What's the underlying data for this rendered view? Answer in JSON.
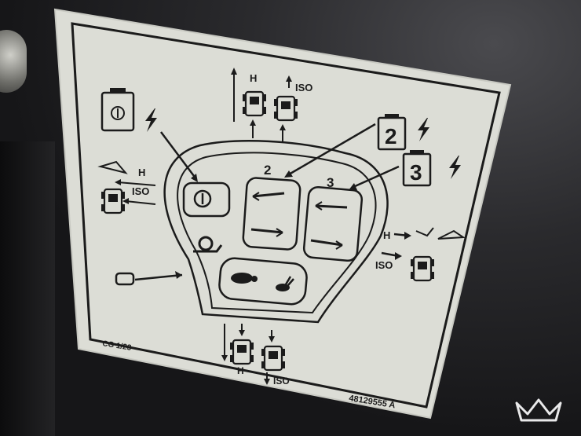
{
  "sticker": {
    "labels": {
      "h_top": "H",
      "iso_top": "ISO",
      "h_left": "H",
      "iso_left": "ISO",
      "h_right": "H",
      "iso_right": "ISO",
      "h_bottom": "H",
      "iso_bottom": "ISO",
      "num_2": "2",
      "num_3": "3",
      "badge_2": "2",
      "badge_3": "3",
      "code_left": "CG 1/23",
      "part_number": "48129555 A"
    }
  },
  "colors": {
    "sticker_bg": "#dcddd6",
    "ink": "#1b1b1b",
    "background": "#1c1c1e"
  },
  "icons": [
    "battery-switch-icon",
    "lightning-icon",
    "snail-icon",
    "turtle-icon",
    "rabbit-icon",
    "horn-icon",
    "vehicle-icon",
    "crown-logo"
  ]
}
